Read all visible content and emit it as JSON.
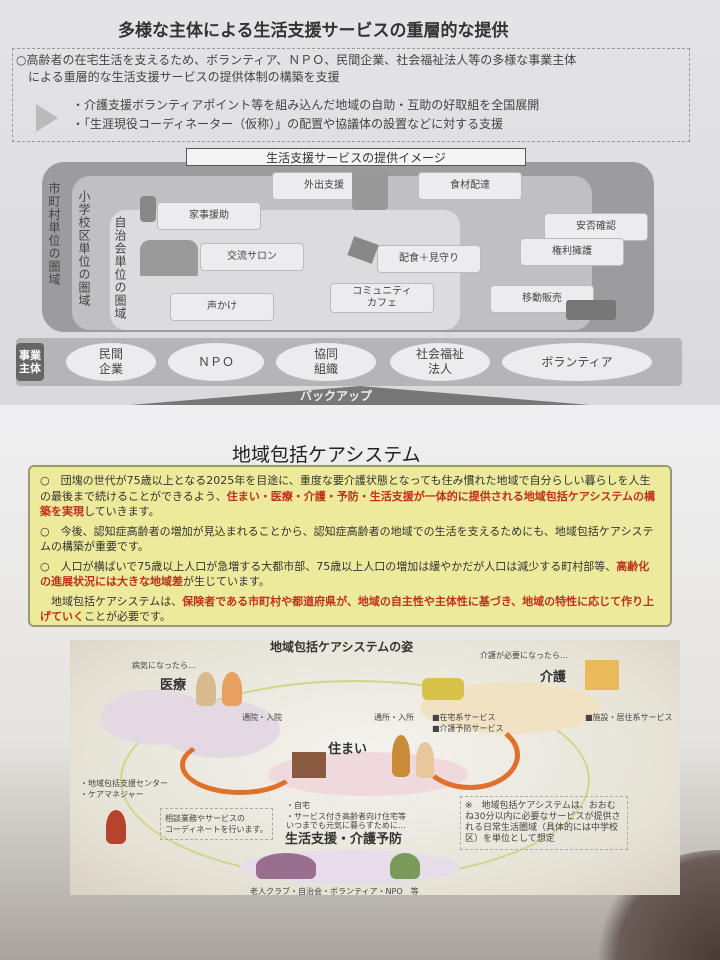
{
  "page1": {
    "title": "多様な主体による生活支援サービスの重層的な提供",
    "intro": [
      "○高齢者の在宅生活を支えるため、ボランティア、ＮＰＯ、民間企業、社会福祉法人等の多様な事業主体",
      "による重層的な生活支援サービスの提供体制の構築を支援"
    ],
    "bullets": [
      "・介護支援ボランティアポイント等を組み込んだ地域の自助・互助の好取組を全国展開",
      "・「生涯現役コーディネーター（仮称）」の配置や協議体の設置などに対する支援"
    ],
    "image_title": "生活支援サービスの提供イメージ",
    "areas": [
      "市町村単位の圏域",
      "小学校区単位の圏域",
      "自治会単位の圏域"
    ],
    "services": [
      "外出支援",
      "食材配達",
      "家事援助",
      "安否確認",
      "交流サロン",
      "配食＋見守り",
      "権利擁護",
      "コミュニティ\nカフェ",
      "声かけ",
      "移動販売"
    ],
    "actor_label": "事業\n主体",
    "actors": [
      "民間\n企業",
      "ＮＰＯ",
      "協同\n組織",
      "社会福祉\n法人",
      "ボランティア"
    ],
    "backup": "バックアップ"
  },
  "page2": {
    "title": "地域包括ケアシステム",
    "p1": {
      "a": "○　団塊の世代が75歳以上となる2025年を目途に、重度な要介護状態となっても住み慣れた地域で自分らしい暮らしを人生の最後まで続けることができるよう、",
      "b": "住まい・医療・介護・予防・生活支援が一体的に提供される地域包括ケアシステムの構築を実現",
      "c": "していきます。"
    },
    "p2": "○　今後、認知症高齢者の増加が見込まれることから、認知症高齢者の地域での生活を支えるためにも、地域包括ケアシステムの構築が重要です。",
    "p3": {
      "a": "○　人口が横ばいで75歳以上人口が急増する大都市部、75歳以上人口の増加は緩やかだが人口は減少する町村部等、",
      "b": "高齢化の進展状況には大きな地域差",
      "c": "が生じています。"
    },
    "p4": {
      "a": "　地域包括ケアシステムは、",
      "b": "保険者である市町村や都道府県が、地域の自主性や主体性に基づき、地域の特性に応じて作り上げていく",
      "c": "ことが必要です。"
    },
    "diagram": {
      "title": "地域包括ケアシステムの姿",
      "medical_sub": "病気になったら…",
      "medical": "医療",
      "care_sub": "介護が必要になったら…",
      "care": "介護",
      "home": "住まい",
      "to_hospital": "通院・入院",
      "to_facility": "通所・入所",
      "home_types": "・自宅\n・サービス付き高齢者向け住宅等",
      "care_services": "■在宅系サービス\n■介護予防サービス",
      "facility_services": "■施設・居住系サービス",
      "center": "・地域包括支援センター\n・ケアマネジャー",
      "center_note": "相談業務やサービスの\nコーディネートを行います。",
      "prevention_sub": "いつまでも元気に暮らすために…",
      "prevention": "生活支援・介護予防",
      "groups": "老人クラブ・自治会・ボランティア・NPO　等",
      "note": "※　地域包括ケアシステムは、おおむね30分以内に必要なサービスが提供される日常生活圏域（具体的には中学校区）を単位として想定"
    }
  }
}
